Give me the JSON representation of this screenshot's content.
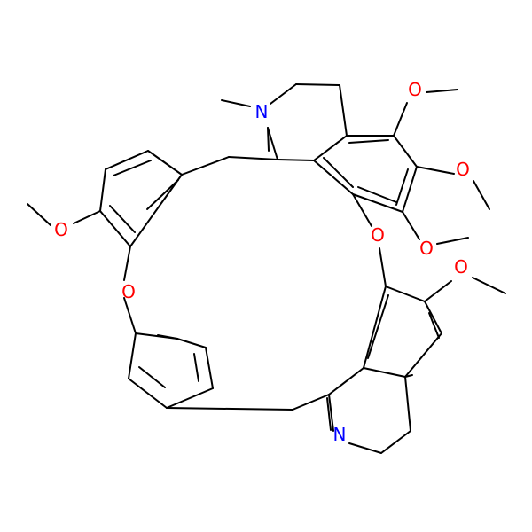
{
  "colors": {
    "bond": "#000000",
    "oxygen": "#ff0000",
    "nitrogen": "#0000ff",
    "background": "#ffffff"
  },
  "atom_labels": [
    {
      "id": "n_amine",
      "element": "nitrogen",
      "text": "N"
    },
    {
      "id": "n_imine",
      "element": "nitrogen",
      "text": "N"
    },
    {
      "id": "o_methoxy_left",
      "element": "oxygen",
      "text": "O"
    },
    {
      "id": "o_ether_left",
      "element": "oxygen",
      "text": "O"
    },
    {
      "id": "o_ether_right",
      "element": "oxygen",
      "text": "O"
    },
    {
      "id": "o_methoxy_top",
      "element": "oxygen",
      "text": "O"
    },
    {
      "id": "o_methoxy_upper_right",
      "element": "oxygen",
      "text": "O"
    },
    {
      "id": "o_methoxy_mid",
      "element": "oxygen",
      "text": "O"
    },
    {
      "id": "o_methoxy_lower_right",
      "element": "oxygen",
      "text": "O"
    }
  ]
}
